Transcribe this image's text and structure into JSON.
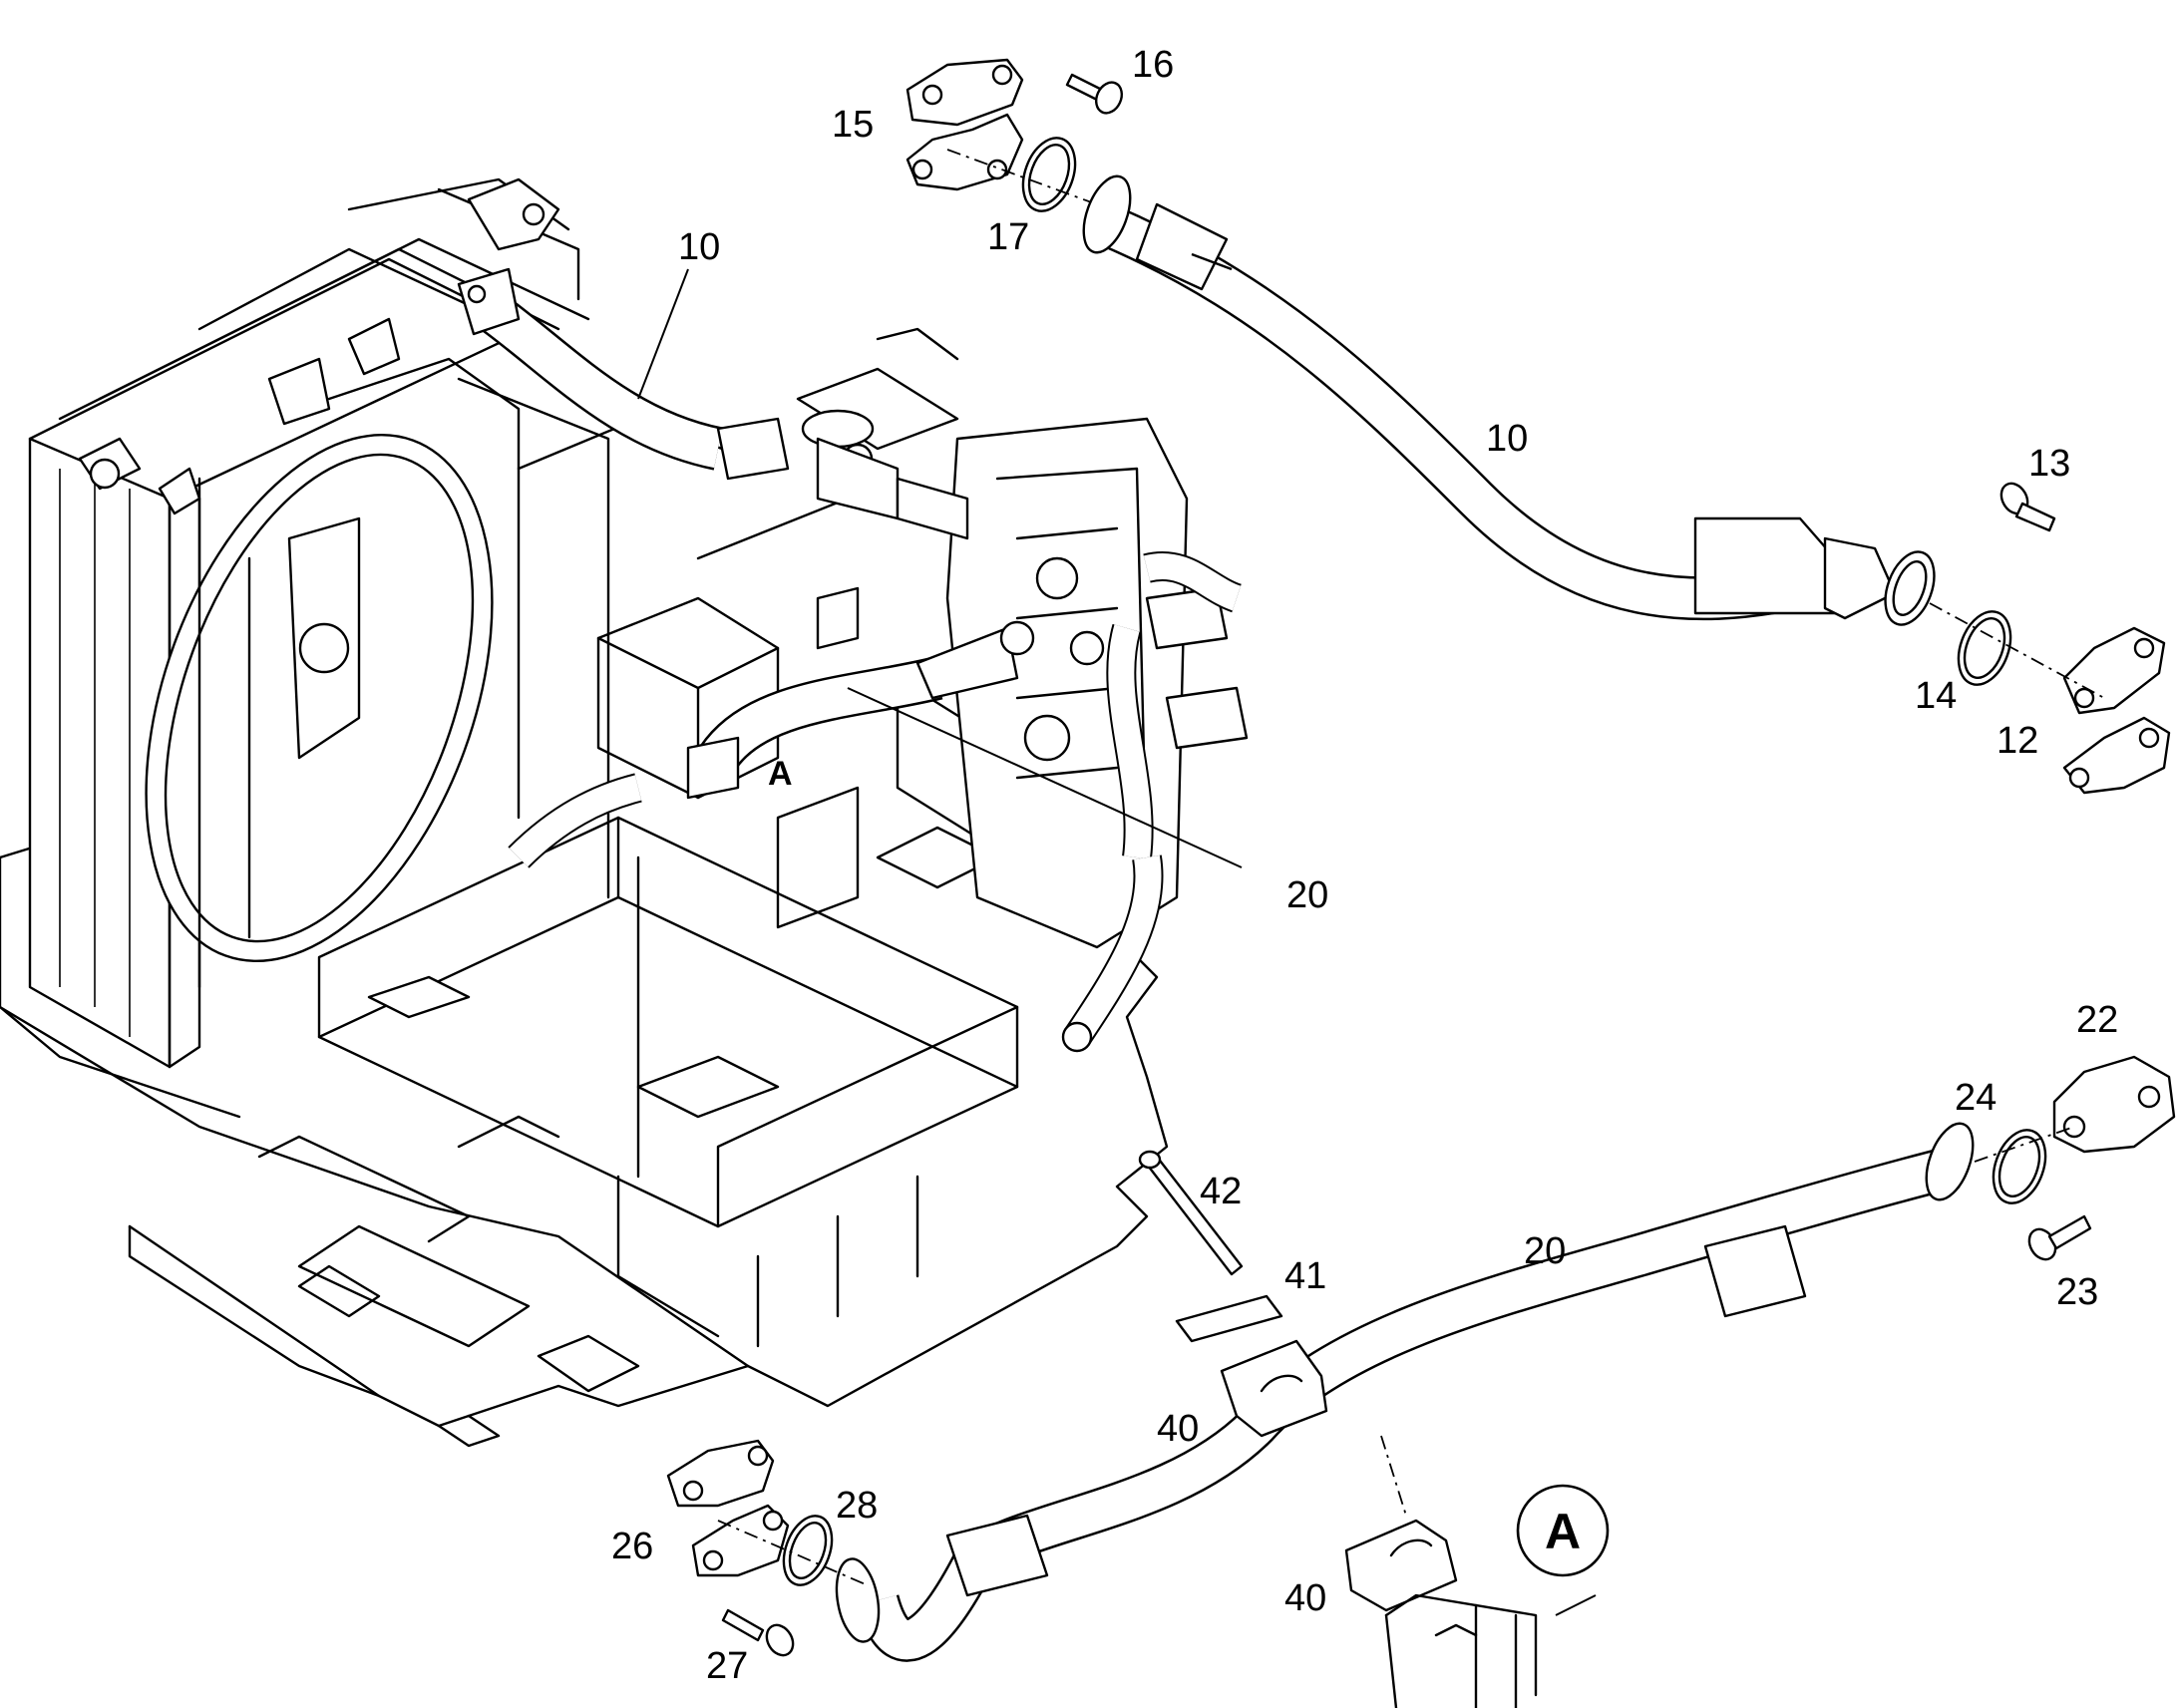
{
  "callouts": {
    "c10_main": "10",
    "c10_upper": "10",
    "c12": "12",
    "c13": "13",
    "c14": "14",
    "c15": "15",
    "c16": "16",
    "c17": "17",
    "c20_main": "20",
    "c20_lower": "20",
    "c22": "22",
    "c23": "23",
    "c24": "24",
    "c26": "26",
    "c27": "27",
    "c28": "28",
    "c40_upper": "40",
    "c40_lower": "40",
    "c41": "41",
    "c42": "42"
  },
  "view_marker": {
    "detail_label": "A",
    "detail_ref": "A"
  }
}
